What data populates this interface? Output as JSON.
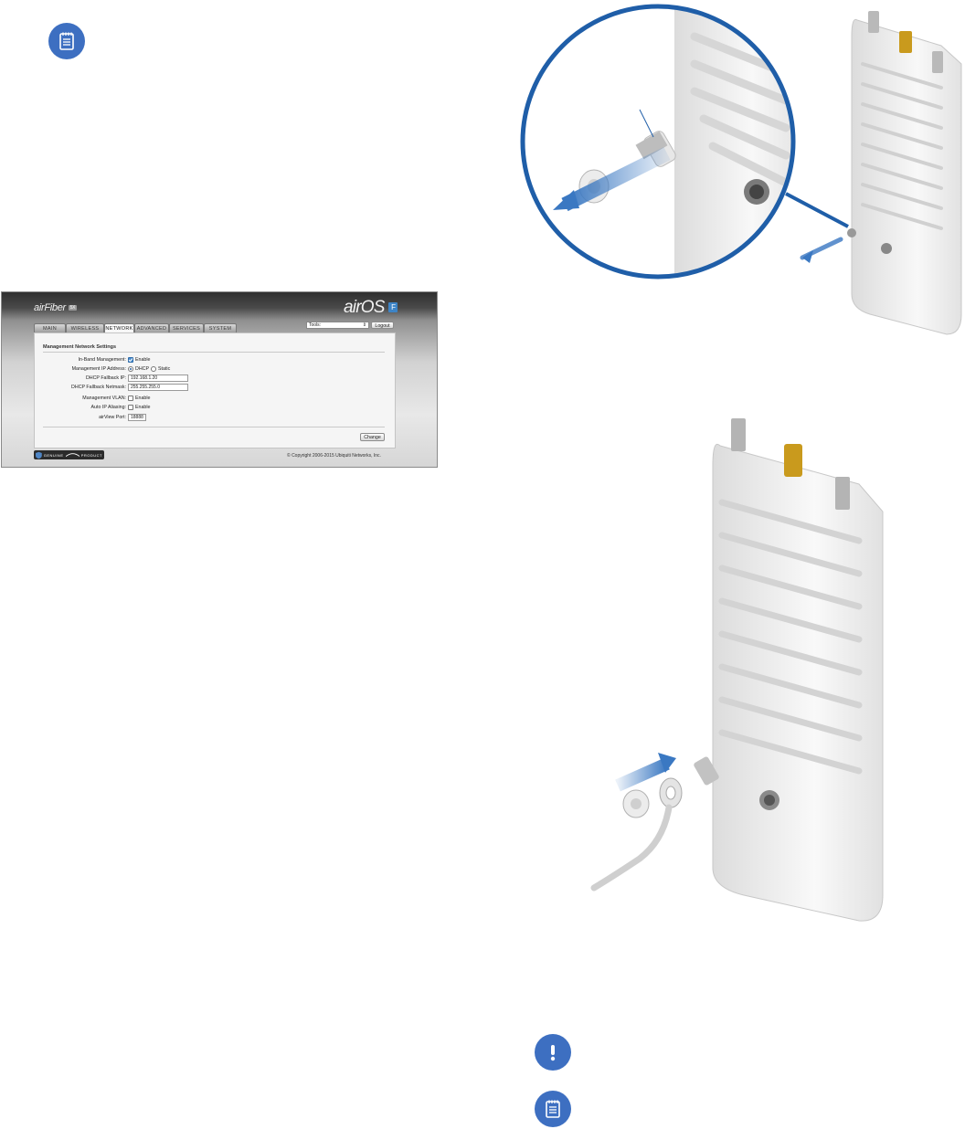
{
  "airos": {
    "brand_left": "airFiber",
    "brand_left_badge": "5X",
    "brand_right": "airOS",
    "brand_right_badge": "F",
    "tabs": [
      {
        "label": "MAIN"
      },
      {
        "label": "WIRELESS"
      },
      {
        "label": "NETWORK",
        "active": true
      },
      {
        "label": "ADVANCED"
      },
      {
        "label": "SERVICES"
      },
      {
        "label": "SYSTEM"
      }
    ],
    "tools_select_value": "Tools:",
    "logout_label": "Logout",
    "section_title": "Management Network Settings",
    "fields": {
      "inband_label": "In-Band Management:",
      "inband_option": "Enable",
      "mgmt_ip_label": "Management IP Address:",
      "mgmt_ip_option1": "DHCP",
      "mgmt_ip_option2": "Static",
      "fallback_ip_label": "DHCP Fallback IP:",
      "fallback_ip_value": "192.168.1.20",
      "fallback_mask_label": "DHCP Fallback Netmask:",
      "fallback_mask_value": "255.255.255.0",
      "vlan_label": "Management VLAN:",
      "vlan_option": "Enable",
      "alias_label": "Auto IP Aliasing:",
      "alias_option": "Enable",
      "airview_label": "airView Port:",
      "airview_value": "18888"
    },
    "change_label": "Change",
    "genuine_badge_left": "GENUINE",
    "genuine_badge_right": "PRODUCT",
    "copyright": "© Copyright 2006-2015 Ubiquiti Networks, Inc."
  },
  "icons": {
    "note_top": "note-icon",
    "warning": "exclamation-icon",
    "note_bottom": "note-icon"
  },
  "colors": {
    "icon_blue": "#3d6fc1",
    "callout_ring": "#1f5ea8",
    "arrow_blue": "#3a78c2",
    "connector_gold": "#c99a1d"
  }
}
